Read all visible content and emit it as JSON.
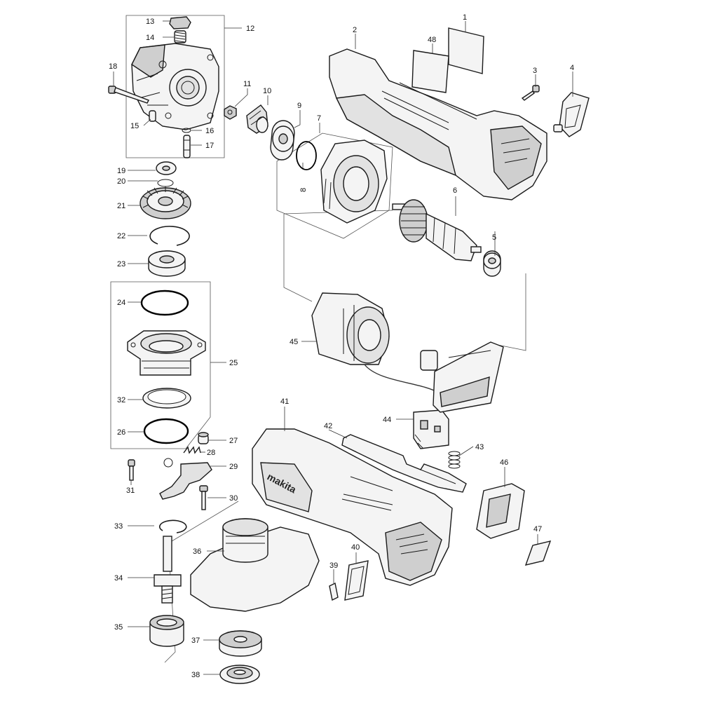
{
  "callouts": [
    {
      "id": "c1",
      "n": "1"
    },
    {
      "id": "c2",
      "n": "2"
    },
    {
      "id": "c3",
      "n": "3"
    },
    {
      "id": "c4",
      "n": "4"
    },
    {
      "id": "c5",
      "n": "5"
    },
    {
      "id": "c6",
      "n": "6"
    },
    {
      "id": "c7",
      "n": "7"
    },
    {
      "id": "c8",
      "n": "8"
    },
    {
      "id": "c9",
      "n": "9"
    },
    {
      "id": "c10",
      "n": "10"
    },
    {
      "id": "c11",
      "n": "11"
    },
    {
      "id": "c12",
      "n": "12"
    },
    {
      "id": "c13",
      "n": "13"
    },
    {
      "id": "c14",
      "n": "14"
    },
    {
      "id": "c15",
      "n": "15"
    },
    {
      "id": "c16",
      "n": "16"
    },
    {
      "id": "c17",
      "n": "17"
    },
    {
      "id": "c18",
      "n": "18"
    },
    {
      "id": "c19",
      "n": "19"
    },
    {
      "id": "c20",
      "n": "20"
    },
    {
      "id": "c21",
      "n": "21"
    },
    {
      "id": "c22",
      "n": "22"
    },
    {
      "id": "c23",
      "n": "23"
    },
    {
      "id": "c24",
      "n": "24"
    },
    {
      "id": "c25",
      "n": "25"
    },
    {
      "id": "c26",
      "n": "26"
    },
    {
      "id": "c27",
      "n": "27"
    },
    {
      "id": "c28",
      "n": "28"
    },
    {
      "id": "c29",
      "n": "29"
    },
    {
      "id": "c30",
      "n": "30"
    },
    {
      "id": "c31",
      "n": "31"
    },
    {
      "id": "c32",
      "n": "32"
    },
    {
      "id": "c33",
      "n": "33"
    },
    {
      "id": "c34",
      "n": "34"
    },
    {
      "id": "c35",
      "n": "35"
    },
    {
      "id": "c36",
      "n": "36"
    },
    {
      "id": "c37",
      "n": "37"
    },
    {
      "id": "c38",
      "n": "38"
    },
    {
      "id": "c39",
      "n": "39"
    },
    {
      "id": "c40",
      "n": "40"
    },
    {
      "id": "c41",
      "n": "41"
    },
    {
      "id": "c42",
      "n": "42"
    },
    {
      "id": "c43",
      "n": "43"
    },
    {
      "id": "c44",
      "n": "44"
    },
    {
      "id": "c45",
      "n": "45"
    },
    {
      "id": "c46",
      "n": "46"
    },
    {
      "id": "c47",
      "n": "47"
    },
    {
      "id": "c48",
      "n": "48"
    }
  ],
  "brand": "makita",
  "colors": {
    "line": "#1a1a1a",
    "fill": "#f4f4f4",
    "dark": "#cfcfcf",
    "background": "#ffffff"
  }
}
